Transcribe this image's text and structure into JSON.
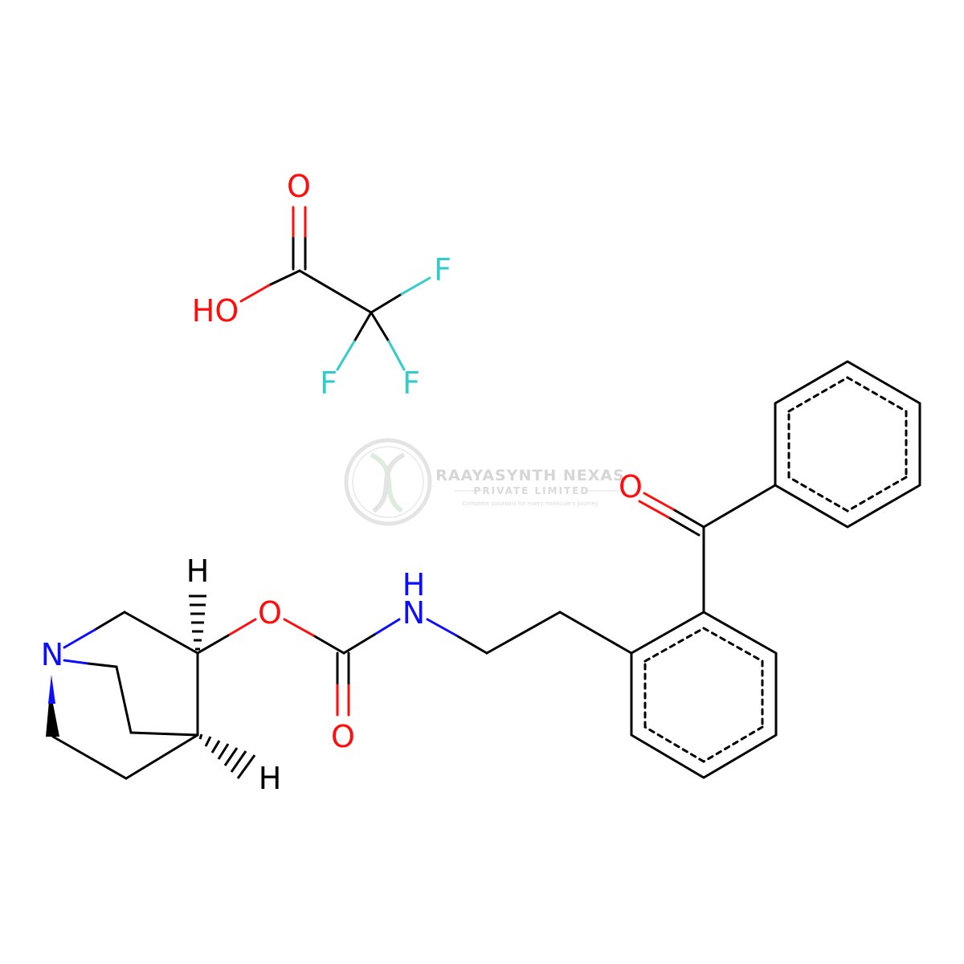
{
  "diagram": {
    "type": "chemical-structure",
    "atom_labels": {
      "tfa_carbonyl_o": "O",
      "tfa_hydroxyl": "HO",
      "tfa_f_top": "F",
      "tfa_f_left": "F",
      "tfa_f_right": "F",
      "ketone_o": "O",
      "amine_n": "N",
      "amine_h": "H",
      "ester_o": "O",
      "carbamate_o": "O",
      "bridgehead_n": "N",
      "stereo_h_top": "H",
      "stereo_h_bottom": "H"
    },
    "colors": {
      "bond": "#000000",
      "oxygen": "#ff0d0d",
      "nitrogen": "#0d0dff",
      "fluorine": "#33cccc"
    }
  },
  "watermark": {
    "title": "RAAYASYNTH NEXAS",
    "subtitle": "PRIVATE LIMITED",
    "tagline": "Complete solutions for every molecule's journey"
  }
}
